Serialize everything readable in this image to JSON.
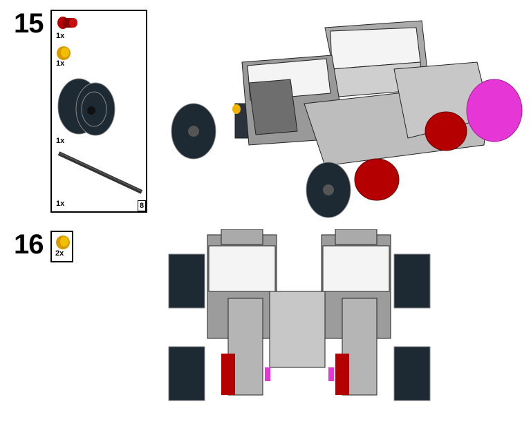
{
  "steps": [
    {
      "number": "15",
      "parts": [
        {
          "name": "red-bush",
          "qty": "1x",
          "color": "#b40000"
        },
        {
          "name": "yellow-half-bush",
          "qty": "1x",
          "color": "#f2b400"
        },
        {
          "name": "dark-wheel-rim",
          "qty": "1x",
          "color": "#1e2a33"
        },
        {
          "name": "axle",
          "qty": "1x",
          "color": "#3c3c3c",
          "length": "8"
        }
      ]
    },
    {
      "number": "16",
      "parts": [
        {
          "name": "yellow-half-bush",
          "qty": "2x",
          "color": "#f2b400"
        }
      ]
    }
  ]
}
